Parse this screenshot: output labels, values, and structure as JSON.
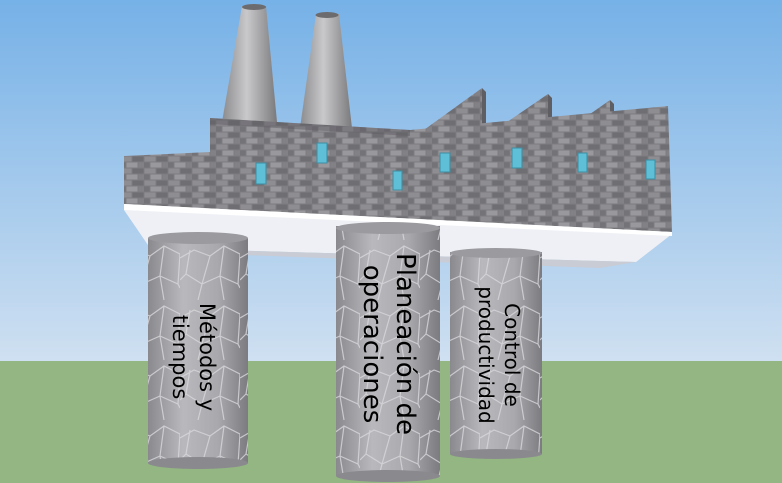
{
  "pillars": [
    {
      "lines": [
        "Métodos y",
        "tiempos"
      ]
    },
    {
      "lines": [
        "Planeación de",
        "operaciones"
      ]
    },
    {
      "lines": [
        "Control de",
        "productividad"
      ]
    }
  ],
  "colors": {
    "sky": "#b4d4f0",
    "ground": "#93b683",
    "brick": "#7d7c80",
    "mortar": "#b0b0b3",
    "stone": "#a4a4a8",
    "slab": "#eef0f5",
    "window": "#5fbfd6"
  }
}
